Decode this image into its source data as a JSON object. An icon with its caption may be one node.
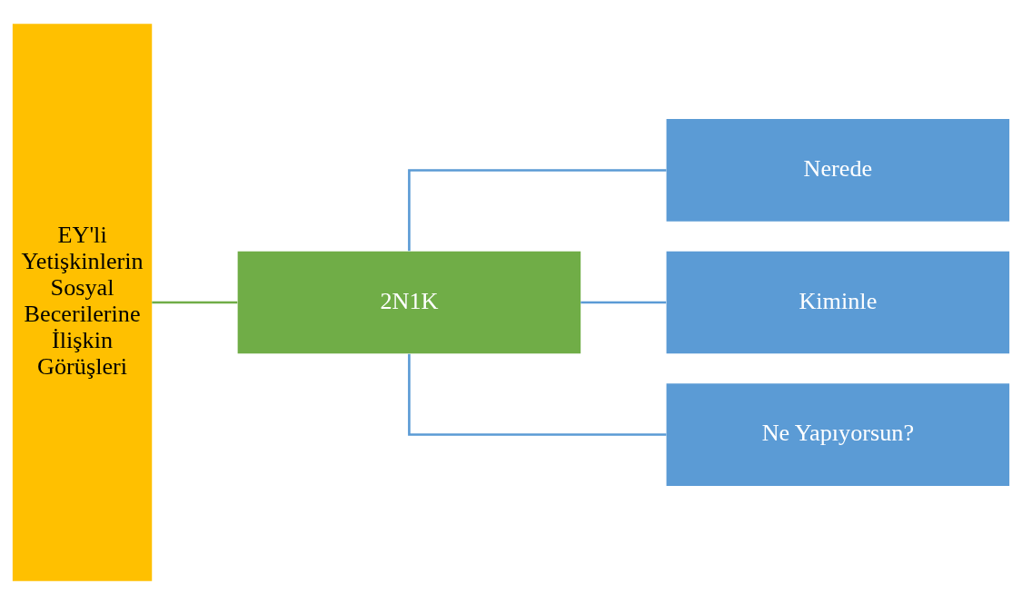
{
  "diagram": {
    "nodes": [
      {
        "text": [
          "EY'li Yetişkinlerin Sosyal Becerilerine İlişkin Görüşleri"
        ]
      },
      {
        "text": [
          "2N1K"
        ]
      },
      {
        "text": [
          "Nerede"
        ]
      },
      {
        "text": [
          "Kiminle"
        ]
      },
      {
        "text": [
          "Ne Yapıyorsun?"
        ]
      }
    ],
    "edges": [
      {
        "from": 0,
        "to": 1,
        "arrow": "none",
        "color": "#70ad47"
      },
      {
        "from": 1,
        "to": 2,
        "arrow": "none"
      },
      {
        "from": 1,
        "to": 3,
        "arrow": "none"
      },
      {
        "from": 1,
        "to": 4,
        "arrow": "none"
      }
    ]
  }
}
